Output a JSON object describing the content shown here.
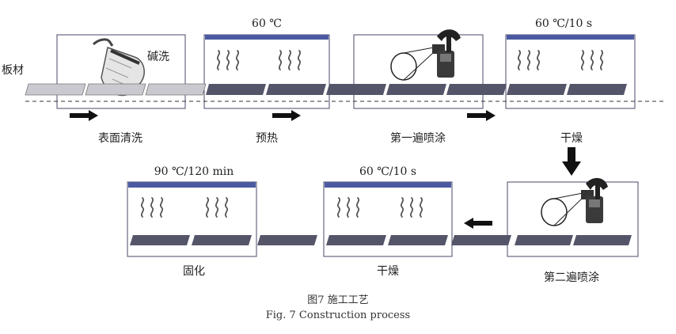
{
  "labels": {
    "board": "板材",
    "alkali_wash": "碱洗",
    "top_temp_1": "60 ℃",
    "top_temp_2": "60 ℃/10 s",
    "bottom_temp_1": "90 ℃/120 min",
    "bottom_temp_2": "60 ℃/10 s"
  },
  "steps": {
    "surface_clean": "表面清洗",
    "preheat": "预热",
    "first_spray": "第一遍喷涂",
    "dry_top": "干燥",
    "cure": "固化",
    "dry_bottom": "干燥",
    "second_spray": "第二遍喷涂"
  },
  "caption": {
    "cn": "图7   施工工艺",
    "en": "Fig. 7    Construction process"
  },
  "colors": {
    "box_border": "#4a4a6a",
    "header_bar": "#4b5aa0",
    "plate_dark": "#55556a",
    "plate_light": "#c9c9cf",
    "arrow": "#111111",
    "heat_wave": "#555555"
  },
  "icons": [
    "spray-bottle-icon",
    "spray-gun-icon",
    "heat-wave-icon",
    "arrow-right-icon",
    "arrow-left-icon",
    "arrow-down-icon"
  ]
}
